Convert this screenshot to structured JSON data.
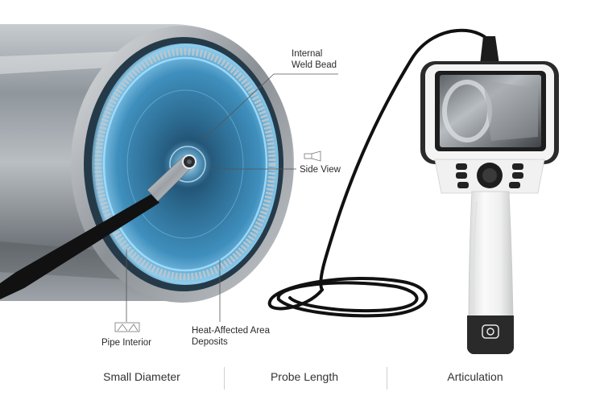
{
  "callouts": {
    "weld_bead_line1": "Internal",
    "weld_bead_line2": "Weld Bead",
    "side_view": "Side View",
    "pipe_interior": "Pipe Interior",
    "haz_line1": "Heat-Affected Area",
    "haz_line2": "Deposits"
  },
  "footer": {
    "items": [
      {
        "label": "Small Diameter"
      },
      {
        "label": "Probe Length"
      },
      {
        "label": "Articulation"
      }
    ]
  },
  "device": {
    "screen_content": "pipe-interior-view",
    "icons": [
      "light-icon",
      "capture-icon",
      "menu-icon",
      "record-icon",
      "back-icon",
      "settings-icon",
      "joystick-icon",
      "camera-logo-icon"
    ]
  },
  "colors": {
    "pipe_metal": "#9aa0a6",
    "pipe_interior_glow": "#4fb3e8",
    "cable": "#111111",
    "device_body": "#f2f2f2",
    "device_accent": "#2b2b2b"
  }
}
